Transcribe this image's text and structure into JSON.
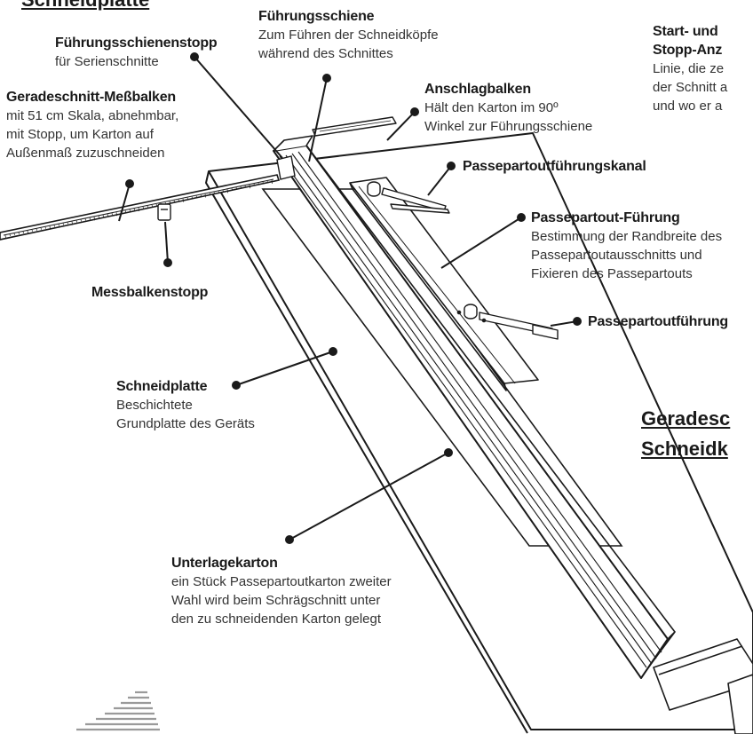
{
  "sections": {
    "top_left": "Schneidplatte",
    "right": [
      "Geradesc",
      "Schneidk"
    ]
  },
  "labels": {
    "fuehrungsschiene": {
      "title": "Führungsschiene",
      "lines": [
        "Zum Führen der Schneidköpfe",
        "während des Schnittes"
      ]
    },
    "schienenstopp": {
      "title": "Führungsschienenstopp",
      "lines": [
        "für Serienschnitte"
      ]
    },
    "messbalken": {
      "title": "Geradeschnitt-Meßbalken",
      "lines": [
        "mit 51 cm Skala, abnehmbar,",
        "mit Stopp, um Karton auf",
        "Außenmaß zuzuschneiden"
      ]
    },
    "anschlagbalken": {
      "title": "Anschlagbalken",
      "lines": [
        "Hält den Karton im 90º",
        "Winkel zur Führungsschiene"
      ]
    },
    "start_stopp": {
      "title_lines": [
        "Start- und",
        "Stopp-Anz"
      ],
      "lines": [
        "Linie, die ze",
        "der Schnitt a",
        "und wo er a"
      ]
    },
    "kanal": {
      "title": "Passepartoutführungskanal"
    },
    "pp_fuehrung": {
      "title": "Passepartout-Führung",
      "lines": [
        "Bestimmung der Randbreite des",
        "Passepartoutausschnitts und",
        "Fixieren des Passepartouts"
      ]
    },
    "pp_fuehrung2": {
      "title": "Passepartoutführung"
    },
    "messbalkenstopp": {
      "title": "Messbalkenstopp"
    },
    "schneidplatte": {
      "title": "Schneidplatte",
      "lines": [
        "Beschichtete",
        "Grundplatte des Geräts"
      ]
    },
    "unterlagekarton": {
      "title": "Unterlagekarton",
      "lines": [
        "ein Stück Passepartoutkarton zweiter",
        "Wahl wird beim Schrägschnitt unter",
        "den zu schneidenden Karton gelegt"
      ]
    }
  }
}
